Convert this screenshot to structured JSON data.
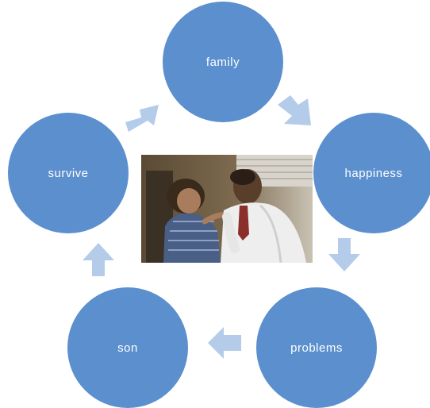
{
  "cycle": {
    "nodes": [
      {
        "label": "family"
      },
      {
        "label": "happiness"
      },
      {
        "label": "problems"
      },
      {
        "label": "son"
      },
      {
        "label": "survive"
      }
    ],
    "node_color": "#5b8fcd",
    "arrow_color": "#b4cce9"
  },
  "photo": {
    "subject": "man adjusting boy's necktie",
    "caption": ""
  }
}
